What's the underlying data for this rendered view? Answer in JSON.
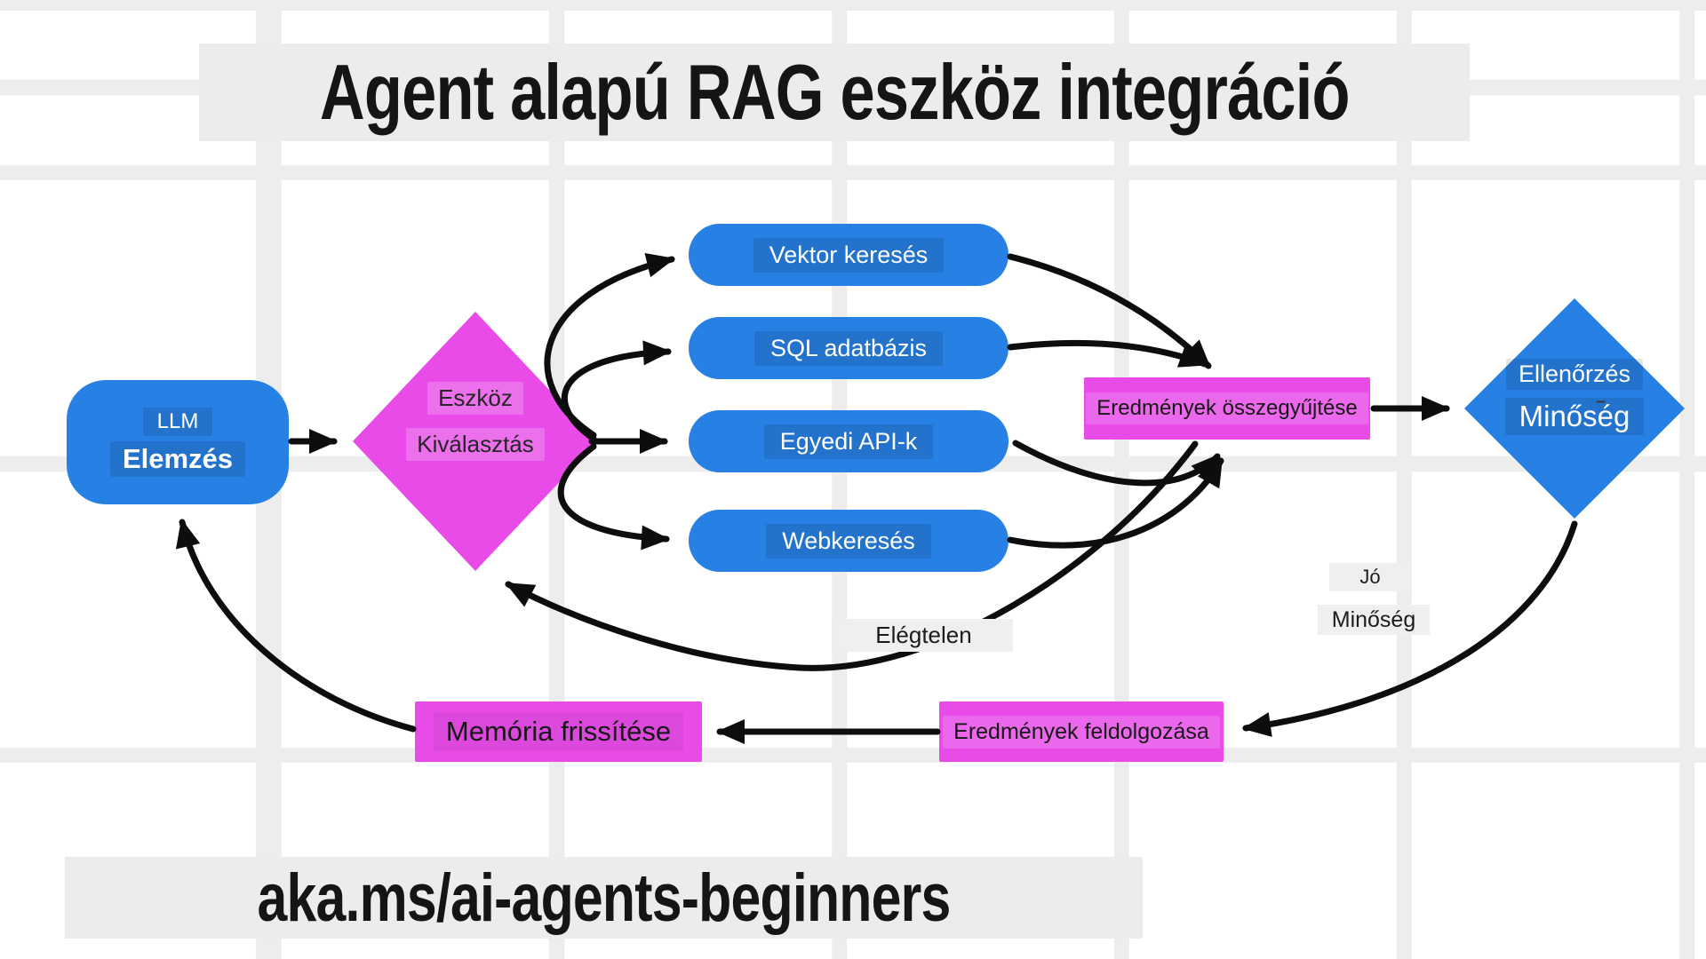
{
  "title": "Agent alapú RAG eszköz integráció",
  "footer": "aka.ms/ai-agents-beginners",
  "nodes": {
    "llm": {
      "line1": "LLM",
      "line2": "Elemzés"
    },
    "tool_selection": {
      "line1": "Eszköz",
      "line2": "Kiválasztás"
    },
    "tools": [
      {
        "label": "Vektor keresés"
      },
      {
        "label": "SQL adatbázis"
      },
      {
        "label": "Egyedi API-k"
      },
      {
        "label": "Webkeresés"
      }
    ],
    "aggregate": {
      "label": "Eredmények összegyűjtése"
    },
    "quality_check": {
      "line1": "Ellenőrzés",
      "separator": "–",
      "line2": "Minőség"
    },
    "process_results": {
      "label": "Eredmények feldolgozása"
    },
    "update_memory": {
      "label": "Memória frissítése"
    }
  },
  "edge_labels": {
    "good_quality": {
      "line1": "Jó",
      "line2": "Minőség"
    },
    "insufficient": "Elégtelen"
  },
  "colors": {
    "node_blue": "#2781E4",
    "node_magenta": "#E84BE8",
    "label_gray": "#ECECEC",
    "arrow_black": "#0D0D0D"
  }
}
